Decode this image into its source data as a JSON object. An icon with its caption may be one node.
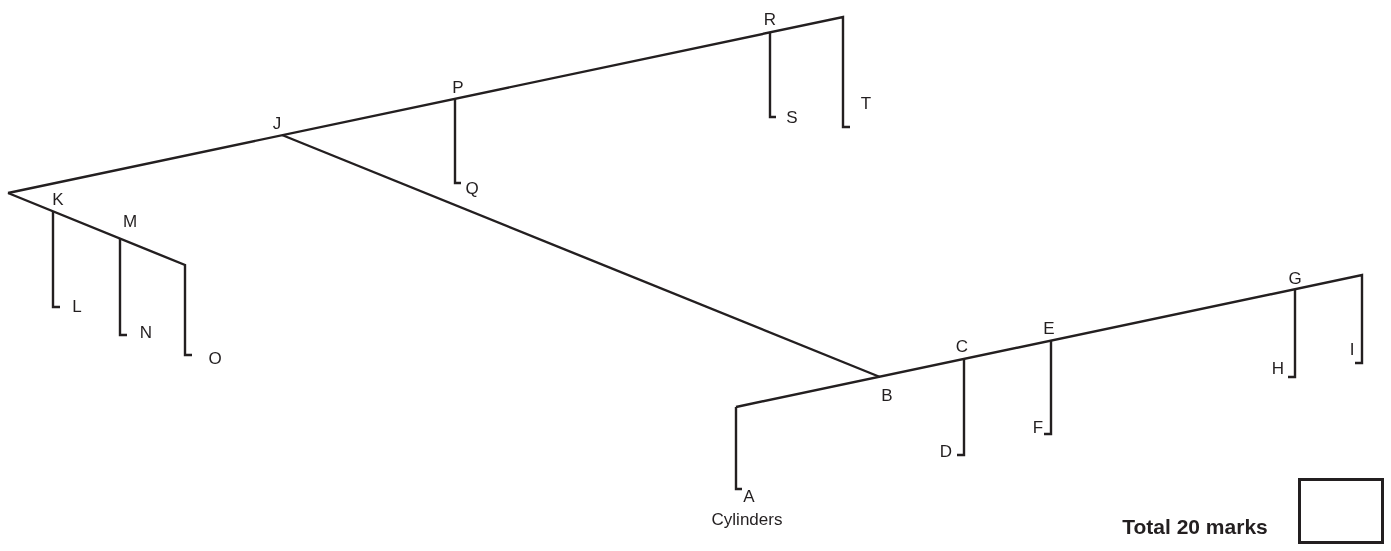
{
  "diagram": {
    "labels": [
      "R",
      "T",
      "S",
      "P",
      "J",
      "Q",
      "K",
      "M",
      "L",
      "N",
      "O",
      "C",
      "E",
      "G",
      "I",
      "H",
      "B",
      "F",
      "D",
      "A",
      "Cylinders",
      "Total 20 marks"
    ]
  }
}
